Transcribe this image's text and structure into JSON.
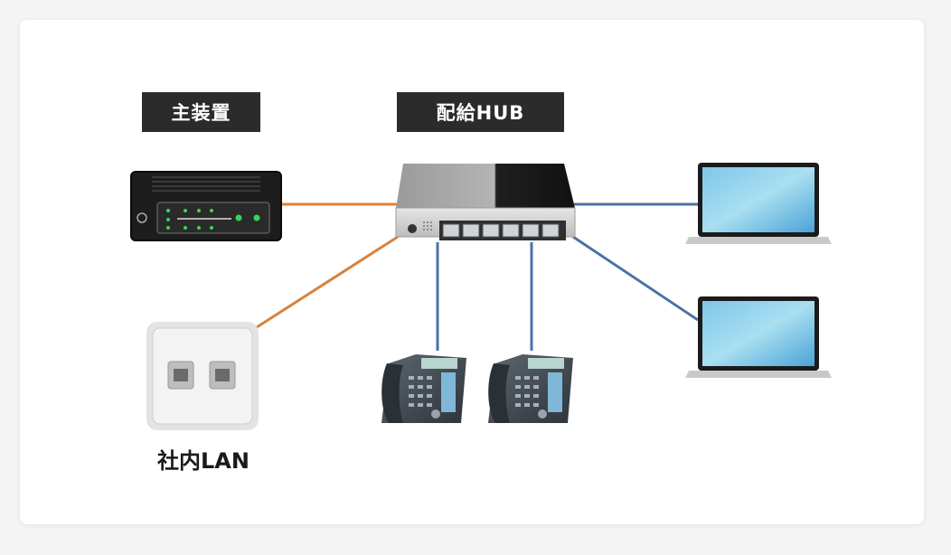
{
  "labels": {
    "main_unit": "主装置",
    "hub": "配給HUB",
    "lan": "社内LAN"
  },
  "colors": {
    "orange_line": "#d9823b",
    "blue_line": "#4a73a8",
    "label_bg": "#2b2b2b",
    "led_green": "#3bd35a"
  },
  "icons": {
    "main_unit": "pbx-main-unit-icon",
    "hub": "network-switch-icon",
    "lan": "wall-lan-outlet-icon",
    "phone": "desk-phone-icon",
    "laptop": "laptop-icon"
  }
}
